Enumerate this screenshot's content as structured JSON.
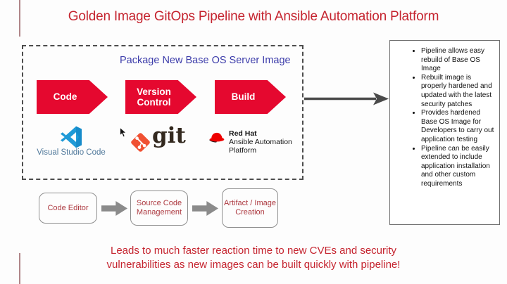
{
  "title": "Golden Image GitOps Pipeline with Ansible Automation Platform",
  "package_box": {
    "heading": "Package New Base OS Server Image",
    "stages": [
      "Code",
      "Version Control",
      "Build"
    ]
  },
  "logos": {
    "vscode_label": "Visual Studio Code",
    "git_label": "git",
    "redhat_line1": "Red Hat",
    "redhat_line2": "Ansible Automation",
    "redhat_line3": "Platform"
  },
  "benefits": [
    "Pipeline allows easy rebuild of Base OS Image",
    "Rebuilt image is properly hardened and updated with the latest security patches",
    "Provides hardened Base OS Image for Developers to carry out application testing",
    "Pipeline can be easily extended to include application installation and other custom requirements"
  ],
  "flow": [
    "Code Editor",
    "Source Code Management",
    "Artifact / Image Creation"
  ],
  "footer": "Leads to much faster reaction time to new CVEs and security vulnerabilities as new images can be built quickly with pipeline!",
  "colors": {
    "title_red": "#c5242f",
    "chevron_red": "#e5082f",
    "heading_blue": "#3c3caa",
    "git_orange": "#f05133",
    "vscode_blue": "#1f9ad7",
    "redhat_red": "#ee0000",
    "accent_line": "#b08689"
  }
}
